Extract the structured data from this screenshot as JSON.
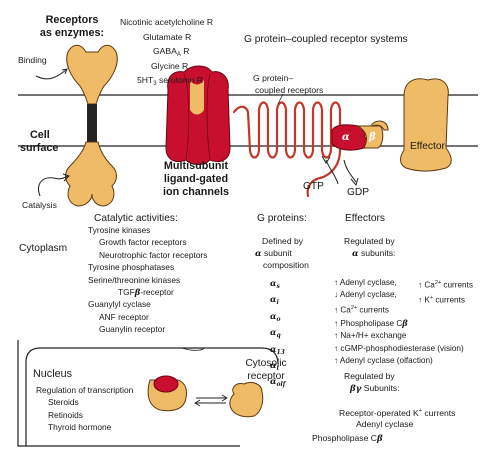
{
  "labels": {
    "receptors_as_enzymes_1": "Receptors",
    "receptors_as_enzymes_2": "as enzymes:",
    "binding": "Binding",
    "cell_1": "Cell",
    "cell_2": "surface",
    "catalysis": "Catalysis",
    "cytoplasm": "Cytoplasm"
  },
  "ion_channel": {
    "ligands": [
      "Nicotinic acetylcholine R",
      "Glutamate R",
      "Glycine R"
    ],
    "gaba": {
      "base": "GABA",
      "subscript": "A",
      "suffix": " R"
    },
    "serotonin": {
      "base": "5HT",
      "subscript": "3",
      "suffix": " serotonin R"
    },
    "title": [
      "Multisubunit",
      "ligand-gated",
      "ion channels"
    ]
  },
  "gpcr": {
    "title": "G protein–coupled receptor systems",
    "receptor_label": [
      "G protein–",
      "coupled receptors"
    ],
    "alpha": "α",
    "beta": "β",
    "effector": "Effector",
    "gtp": "GTP",
    "gdp": "GDP"
  },
  "catalytic": {
    "title": "Catalytic activities:",
    "items": [
      "Tyrosine kinases",
      "Growth factor receptors",
      "Neurotrophic factor receptors",
      "Tyrosine phosphatases",
      "Serine/threonine kinases",
      "Guanylyl cyclase",
      "ANF receptor",
      "Guanylin receptor"
    ],
    "tgf": {
      "prefix": "TGF",
      "greek": "β",
      "suffix": "-receptor"
    }
  },
  "g_proteins": {
    "title": "G proteins:",
    "defined_by": [
      "Defined by",
      " subunit",
      "composition"
    ],
    "alpha_symbol": "α",
    "subunits": [
      "s",
      "i",
      "o",
      "q",
      "13",
      "t",
      "olf"
    ]
  },
  "effectors": {
    "title": "Effectors",
    "regulated_by": "Regulated by",
    "alpha_subunits_label": " subunits:",
    "alpha_list": [
      {
        "arrow": "↑",
        "text": "Adenyl cyclase,"
      },
      {
        "arrow": "↓",
        "text": "Adenyl cyclase,"
      },
      {
        "arrow": "↑",
        "base": "Ca",
        "sup": "2+",
        "suffix": " currents"
      },
      {
        "arrow": "↑",
        "text": "Phospholipase C",
        "greek": "β"
      },
      {
        "arrow": "↑",
        "text": "Na+/H+ exchange"
      },
      {
        "arrow": "↑",
        "text": "cGMP-phosphodiesterase (vision)"
      },
      {
        "arrow": "↑",
        "text": "Adenyl cyclase (olfaction)"
      }
    ],
    "currents": [
      {
        "arrow": "↑",
        "base": "Ca",
        "sup": "2+",
        "suffix": " currents"
      },
      {
        "arrow": "↑",
        "base": "K",
        "sup": "+",
        "suffix": " currents"
      }
    ],
    "betagamma_symbol": "βγ",
    "betagamma_label": " Subunits:",
    "betagamma_list": [
      {
        "base": "Receptor-operated K",
        "sup": "+",
        "suffix": " currents"
      },
      {
        "text": "Adenyl cyclase"
      },
      {
        "text": "Phospholipase C",
        "greek": "β"
      }
    ]
  },
  "nucleus": {
    "title": "Nucleus",
    "items": [
      "Regulation of transcription",
      "Steroids",
      "Retinoids",
      "Thyroid hormone"
    ]
  },
  "cytosolic": {
    "title": [
      "Cytosolic",
      "receptor"
    ]
  },
  "colors": {
    "receptor_fill": "#f0bb67",
    "channel_fill": "#c8102e",
    "gpcr_stroke": "#c0392b",
    "outline": "#222222"
  }
}
